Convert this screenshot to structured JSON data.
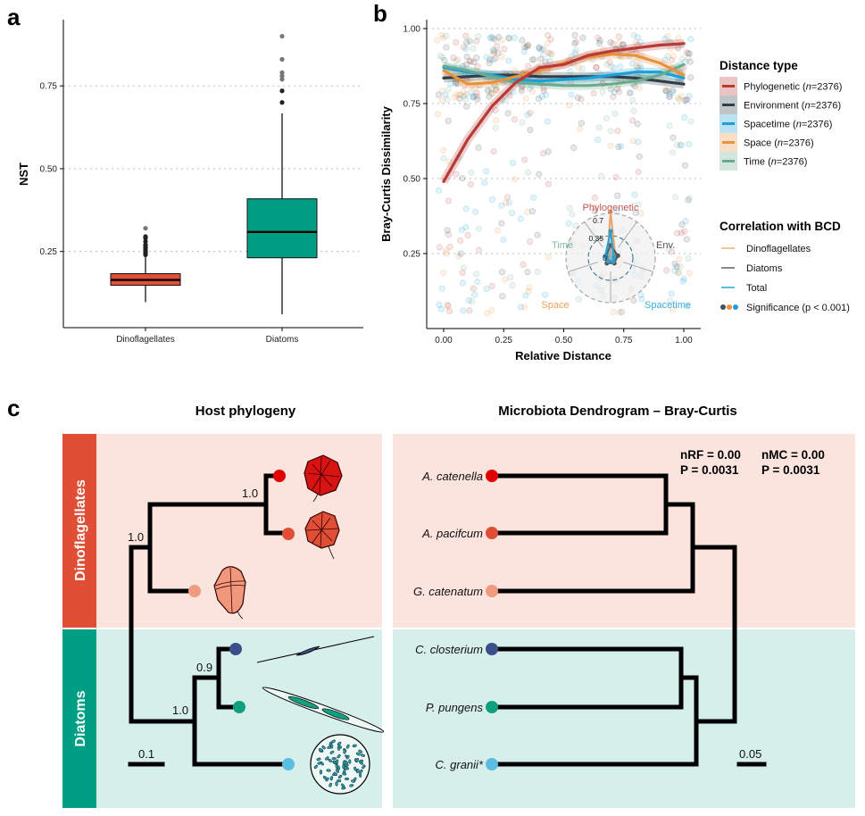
{
  "panels": {
    "a": "a",
    "b": "b",
    "c": "c"
  },
  "chart_data": [
    {
      "id": "a",
      "type": "box",
      "title": "",
      "xlabel": "",
      "ylabel": "NST",
      "ylim": [
        0.02,
        0.95
      ],
      "yticks": [
        0.25,
        0.5,
        0.75
      ],
      "ytick_labels": [
        "0.25",
        "0.50",
        "0.75"
      ],
      "grid": "horizontal dotted",
      "categories": [
        "Dinoflagellates",
        "Diatoms"
      ],
      "colors": [
        "#e04e35",
        "#009e82"
      ],
      "boxes": [
        {
          "name": "Dinoflagellates",
          "whisker_low": 0.097,
          "q1": 0.148,
          "median": 0.164,
          "q3": 0.183,
          "whisker_high": 0.237,
          "outliers": [
            0.24,
            0.245,
            0.25,
            0.255,
            0.26,
            0.265,
            0.27,
            0.28,
            0.29,
            0.295,
            0.32
          ]
        },
        {
          "name": "Diatoms",
          "whisker_low": 0.06,
          "q1": 0.231,
          "median": 0.309,
          "q3": 0.409,
          "whisker_high": 0.667,
          "outliers": [
            0.7,
            0.735,
            0.77,
            0.78,
            0.79,
            0.83,
            0.9
          ]
        }
      ]
    },
    {
      "id": "b",
      "type": "scatter",
      "xlabel": "Relative Distance",
      "ylabel": "Bray-Curtis Dissimilarity",
      "xlim": [
        -0.07,
        1.07
      ],
      "ylim": [
        0.0,
        1.03
      ],
      "xticks": [
        0,
        0.25,
        0.5,
        0.75,
        1.0
      ],
      "xtick_labels": [
        "0.00",
        "0.25",
        "0.50",
        "0.75",
        "1.00"
      ],
      "yticks": [
        0.25,
        0.5,
        0.75,
        1.0
      ],
      "ytick_labels": [
        "0.25",
        "0.50",
        "0.75",
        "1.00"
      ],
      "grid": "horizontal dotted",
      "legend_title": "Distance type",
      "legend_position": "right",
      "series": [
        {
          "name": "Phylogenetic",
          "n": "2376",
          "color": "#b83a36",
          "smooth_x": [
            0,
            0.1,
            0.2,
            0.3,
            0.4,
            0.5,
            0.6,
            0.7,
            0.8,
            0.9,
            1.0
          ],
          "smooth_y": [
            0.49,
            0.63,
            0.74,
            0.82,
            0.87,
            0.88,
            0.91,
            0.925,
            0.935,
            0.945,
            0.95
          ]
        },
        {
          "name": "Environment",
          "n": "2376",
          "color": "#2f3f4a",
          "smooth_x": [
            0,
            0.1,
            0.2,
            0.3,
            0.4,
            0.5,
            0.6,
            0.7,
            0.8,
            0.9,
            1.0
          ],
          "smooth_y": [
            0.835,
            0.84,
            0.845,
            0.845,
            0.84,
            0.84,
            0.84,
            0.84,
            0.835,
            0.825,
            0.815
          ]
        },
        {
          "name": "Spacetime",
          "n": "2376",
          "color": "#1aa0d8",
          "smooth_x": [
            0,
            0.1,
            0.2,
            0.3,
            0.4,
            0.5,
            0.6,
            0.7,
            0.8,
            0.9,
            1.0
          ],
          "smooth_y": [
            0.87,
            0.855,
            0.845,
            0.83,
            0.825,
            0.83,
            0.835,
            0.845,
            0.855,
            0.855,
            0.835
          ]
        },
        {
          "name": "Space",
          "n": "2376",
          "color": "#e8913e",
          "smooth_x": [
            0,
            0.1,
            0.2,
            0.3,
            0.4,
            0.5,
            0.6,
            0.7,
            0.8,
            0.9,
            1.0
          ],
          "smooth_y": [
            0.86,
            0.815,
            0.82,
            0.84,
            0.86,
            0.885,
            0.905,
            0.915,
            0.91,
            0.885,
            0.845
          ]
        },
        {
          "name": "Time",
          "n": "2376",
          "color": "#6aab8e",
          "smooth_x": [
            0,
            0.1,
            0.2,
            0.3,
            0.4,
            0.5,
            0.6,
            0.7,
            0.8,
            0.9,
            1.0
          ],
          "smooth_y": [
            0.875,
            0.86,
            0.84,
            0.82,
            0.815,
            0.81,
            0.81,
            0.815,
            0.825,
            0.845,
            0.88
          ]
        }
      ],
      "inset_radar": {
        "axes": [
          "Phylogenetic",
          "Env.",
          "Spacetime",
          "Space",
          "Time"
        ],
        "axis_colors": [
          "#b83a36",
          "#333333",
          "#1aa0d8",
          "#e8913e",
          "#6aab8e"
        ],
        "r_ticks": [
          "0",
          "0.35",
          "0.7"
        ],
        "r_max": 0.7,
        "series": [
          {
            "name": "Dinoflagellates",
            "color": "#e8a26a",
            "values": [
              0.72,
              0.08,
              0.06,
              0.08,
              0.05
            ]
          },
          {
            "name": "Diatoms",
            "color": "#555555",
            "values": [
              0.2,
              0.12,
              0.1,
              0.1,
              0.08
            ]
          },
          {
            "name": "Total",
            "color": "#2a9fd0",
            "values": [
              0.42,
              0.05,
              0.07,
              0.06,
              0.09
            ]
          }
        ]
      },
      "legend2_title": "Correlation with BCD",
      "legend2_items": [
        {
          "label": "Dinoflagellates",
          "color": "#f0c49c"
        },
        {
          "label": "Diatoms",
          "color": "#888888"
        },
        {
          "label": "Total",
          "color": "#5bbde0"
        }
      ],
      "legend2_sig_label": "Significance (p < 0.001)",
      "legend2_sig_colors": [
        "#3d5259",
        "#e8913e",
        "#1aa0d8"
      ]
    },
    {
      "id": "c-left",
      "type": "dendrogram",
      "title": "Host phylogeny",
      "groups": [
        "Dinoflagellates",
        "Diatoms"
      ],
      "group_colors": [
        "#e04e35",
        "#009e82"
      ],
      "group_bg": [
        "#fbe3de",
        "#d7efea"
      ],
      "tips": [
        {
          "name": "A. catenella",
          "color": "#e00000"
        },
        {
          "name": "A. pacifcum",
          "color": "#e04e35"
        },
        {
          "name": "G. catenatum",
          "color": "#f09a80"
        },
        {
          "name": "C. closterium",
          "color": "#3a4f8a"
        },
        {
          "name": "P. pungens",
          "color": "#10a080"
        },
        {
          "name": "C. granii",
          "color": "#5bbde0"
        }
      ],
      "supports": [
        "1.0",
        "1.0",
        "0.9",
        "1.0"
      ],
      "scale_label": "0.1"
    },
    {
      "id": "c-right",
      "type": "dendrogram",
      "title": "Microbiota Dendrogram  – Bray-Curtis",
      "tip_labels": [
        "A. catenella",
        "A. pacifcum",
        "G. catenatum",
        "C. closterium",
        "P. pungens",
        "C. granii*"
      ],
      "stats": {
        "nrf": "nRF = 0.00",
        "nrf_p": "P = 0.0031",
        "nmc": "nMC = 0.00",
        "nmc_p": "P = 0.0031"
      },
      "scale_label": "0.05"
    }
  ]
}
